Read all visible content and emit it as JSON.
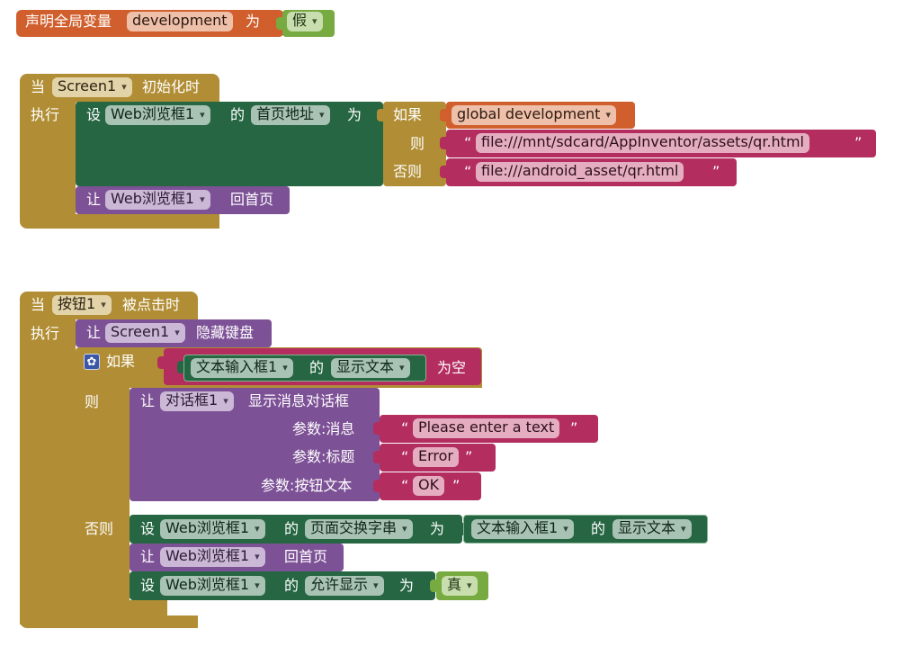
{
  "global_var": {
    "declare_label": "声明全局变量",
    "name": "development",
    "as_label": "为",
    "value": "假"
  },
  "screen_init": {
    "when_label": "当",
    "component": "Screen1",
    "event": "初始化时",
    "do_label": "执行",
    "set_label": "设",
    "set_component": "Web浏览框1",
    "of_label": "的",
    "property": "首页地址",
    "to_label": "为",
    "if_label": "如果",
    "condition": "global development",
    "then_label": "则",
    "then_value": "file:///mnt/sdcard/AppInventor/assets/qr.html",
    "else_label": "否则",
    "else_value": "file:///android_asset/qr.html",
    "call_label": "让",
    "call_component": "Web浏览框1",
    "call_method": "回首页"
  },
  "button_click": {
    "when_label": "当",
    "component": "按钮1",
    "event": "被点击时",
    "do_label": "执行",
    "call1_label": "让",
    "call1_component": "Screen1",
    "call1_method": "隐藏键盘",
    "if_label": "如果",
    "cond_component": "文本输入框1",
    "cond_of": "的",
    "cond_property": "显示文本",
    "cond_test": "为空",
    "then_label": "则",
    "dialog_call_label": "让",
    "dialog_component": "对话框1",
    "dialog_method": "显示消息对话框",
    "param_message_label": "参数:消息",
    "param_message_value": "Please enter a text",
    "param_title_label": "参数:标题",
    "param_title_value": "Error",
    "param_button_label": "参数:按钮文本",
    "param_button_value": "OK",
    "else_label": "否则",
    "set1_label": "设",
    "set1_component": "Web浏览框1",
    "set1_of": "的",
    "set1_property": "页面交换字串",
    "set1_to": "为",
    "set1_value_component": "文本输入框1",
    "set1_value_of": "的",
    "set1_value_property": "显示文本",
    "call2_label": "让",
    "call2_component": "Web浏览框1",
    "call2_method": "回首页",
    "set2_label": "设",
    "set2_component": "Web浏览框1",
    "set2_of": "的",
    "set2_property": "允许显示",
    "set2_to": "为",
    "set2_value": "真"
  },
  "colors": {
    "variable": "#d05f2d",
    "event": "#b18e35",
    "setter": "#266643",
    "method_call": "#7d5196",
    "text": "#b32d5e",
    "logic": "#77ab41"
  }
}
